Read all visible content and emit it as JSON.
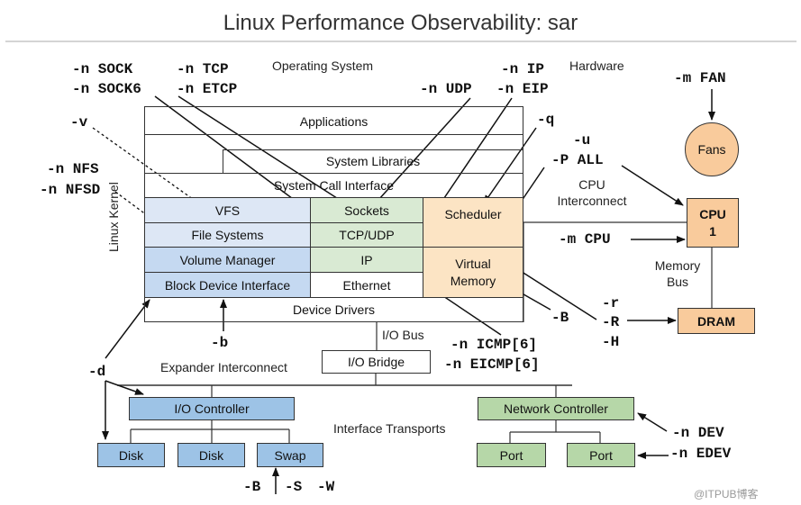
{
  "title": "Linux Performance Observability: sar",
  "sections": {
    "operating_system": "Operating System",
    "hardware": "Hardware",
    "linux_kernel": "Linux Kernel",
    "io_bus": "I/O Bus",
    "expander_interconnect": "Expander Interconnect",
    "interface_transports": "Interface Transports",
    "cpu_interconnect": "CPU\nInterconnect",
    "memory_bus": "Memory\nBus"
  },
  "os_layers": {
    "applications": "Applications",
    "system_libraries": "System Libraries",
    "system_call_interface": "System Call Interface",
    "vfs": "VFS",
    "file_systems": "File Systems",
    "volume_manager": "Volume Manager",
    "block_device_interface": "Block Device Interface",
    "sockets": "Sockets",
    "tcp_udp": "TCP/UDP",
    "ip": "IP",
    "ethernet": "Ethernet",
    "scheduler": "Scheduler",
    "virtual_memory": "Virtual\nMemory",
    "device_drivers": "Device Drivers"
  },
  "hardware": {
    "io_bridge": "I/O Bridge",
    "io_controller": "I/O Controller",
    "disk1": "Disk",
    "disk2": "Disk",
    "swap": "Swap",
    "network_controller": "Network Controller",
    "port1": "Port",
    "port2": "Port",
    "fans": "Fans",
    "cpu": "CPU\n1",
    "dram": "DRAM"
  },
  "options": {
    "sock": "-n SOCK",
    "sock6": "-n SOCK6",
    "tcp": "-n TCP",
    "etcp": "-n ETCP",
    "ip": "-n IP",
    "udp": "-n UDP",
    "eip": "-n EIP",
    "v": "-v",
    "nfs": "-n NFS",
    "nfsd": "-n NFSD",
    "q": "-q",
    "u": "-u",
    "p_all": "-P ALL",
    "m_cpu": "-m CPU",
    "m_fan": "-m FAN",
    "b_upper": "-B",
    "r": "-r",
    "R": "-R",
    "H": "-H",
    "icmp": "-n ICMP[6]",
    "eicmp": "-n EICMP[6]",
    "b_lower": "-b",
    "d": "-d",
    "dev": "-n DEV",
    "edev": "-n EDEV",
    "swap_b": "-B",
    "swap_s": "-S",
    "swap_w": "-W"
  },
  "watermark": "@ITPUB博客",
  "colors": {
    "blue_fill": "#c5d9f1",
    "blue_dark": "#9dc3e6",
    "green_fill": "#d9ead3",
    "green_dark": "#b6d7a8",
    "orange_fill": "#fce4c4",
    "orange_dark": "#f9cb9c"
  }
}
